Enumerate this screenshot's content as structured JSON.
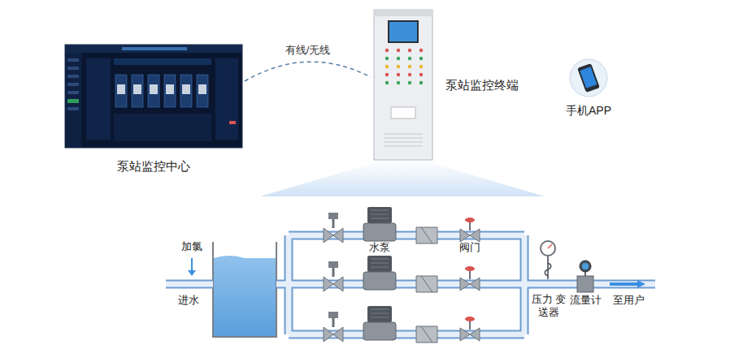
{
  "diagram": {
    "nodes": [
      {
        "text": [
          "泵站监控中心"
        ]
      },
      {
        "text": [
          "泵站监控终端"
        ]
      },
      {
        "text": [
          "手机APP"
        ]
      }
    ],
    "edges": [
      {
        "from": 0,
        "to": 1,
        "label": "有线/无线",
        "arrow": "none"
      }
    ],
    "labels": [
      "加氯",
      "进水",
      "水泵",
      "阀门",
      "压力 变送器",
      "流量计",
      "至用户"
    ]
  }
}
